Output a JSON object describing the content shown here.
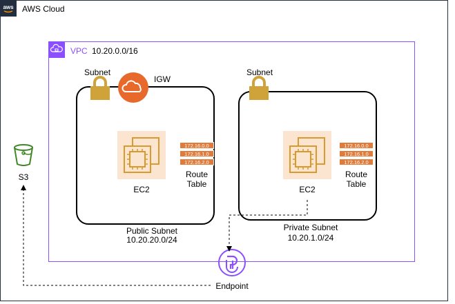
{
  "aws_cloud": {
    "label": "AWS Cloud"
  },
  "vpc": {
    "label": "VPC",
    "cidr": "10.20.0.0/16"
  },
  "public_subnet": {
    "tag": "Subnet",
    "igw_label": "IGW",
    "ec2_label": "EC2",
    "route_table": {
      "label_line1": "Route",
      "label_line2": "Table",
      "rows": [
        "172.16.0.0",
        "172.16.1.0",
        "172.16.2.0"
      ]
    },
    "name": "Public Subnet",
    "cidr": "10.20.20.0/24"
  },
  "private_subnet": {
    "tag": "Subnet",
    "ec2_label": "EC2",
    "route_table": {
      "label_line1": "Route",
      "label_line2": "Table",
      "rows": [
        "172.16.0.0",
        "172.16.1.0",
        "172.16.2.0"
      ]
    },
    "name": "Private Subnet",
    "cidr": "10.20.1.0/24"
  },
  "s3": {
    "label": "S3"
  },
  "endpoint": {
    "label": "Endpoint"
  },
  "colors": {
    "vpc": "#8c4fff",
    "igw": "#e7692c",
    "ec2_bg": "#fbe5d0",
    "ec2_stroke": "#d69a2d",
    "route": "#e07b39",
    "lock": "#d0a33a",
    "s3": "#3f8624",
    "endpoint": "#8c4fff"
  }
}
